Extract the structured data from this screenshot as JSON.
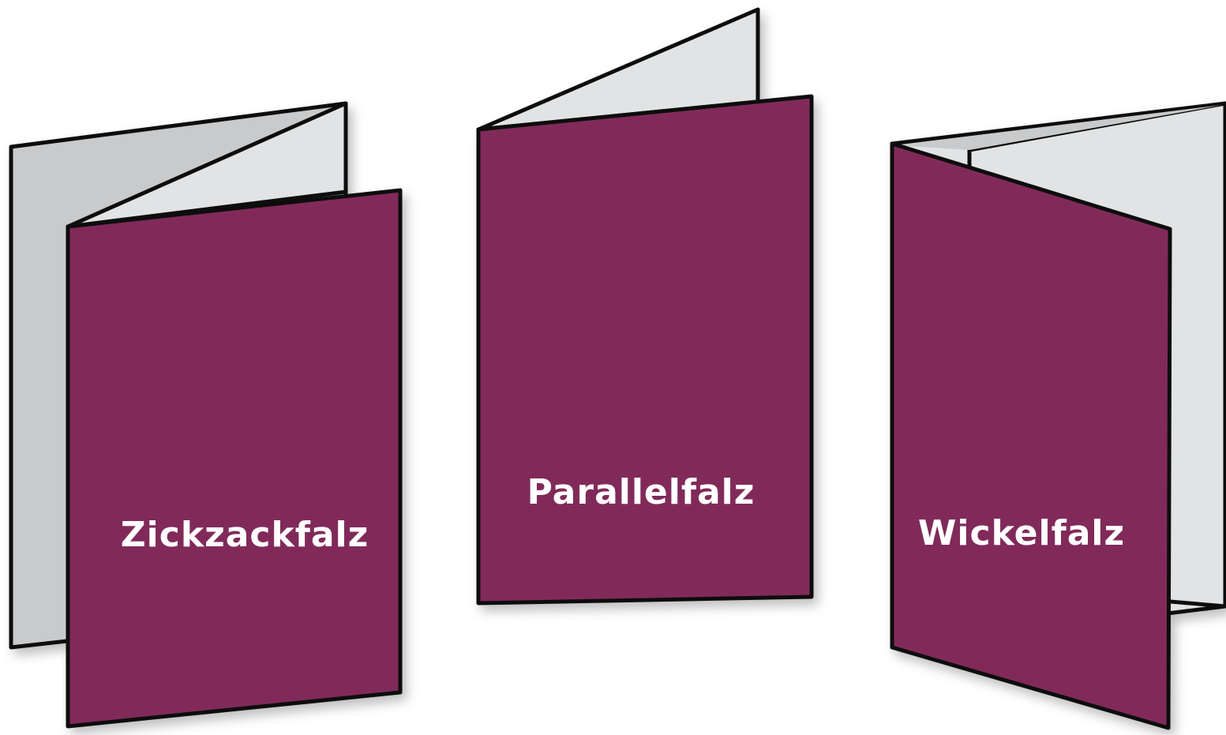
{
  "colors": {
    "cover": "#812c5a",
    "inner_light": "#e1e3e4",
    "inner_shade": "#c8cacc",
    "outline": "#111111",
    "label_text": "#ffffff"
  },
  "folds": [
    {
      "label": "Zickzackfalz"
    },
    {
      "label": "Parallelfalz"
    },
    {
      "label": "Wickelfalz"
    }
  ]
}
